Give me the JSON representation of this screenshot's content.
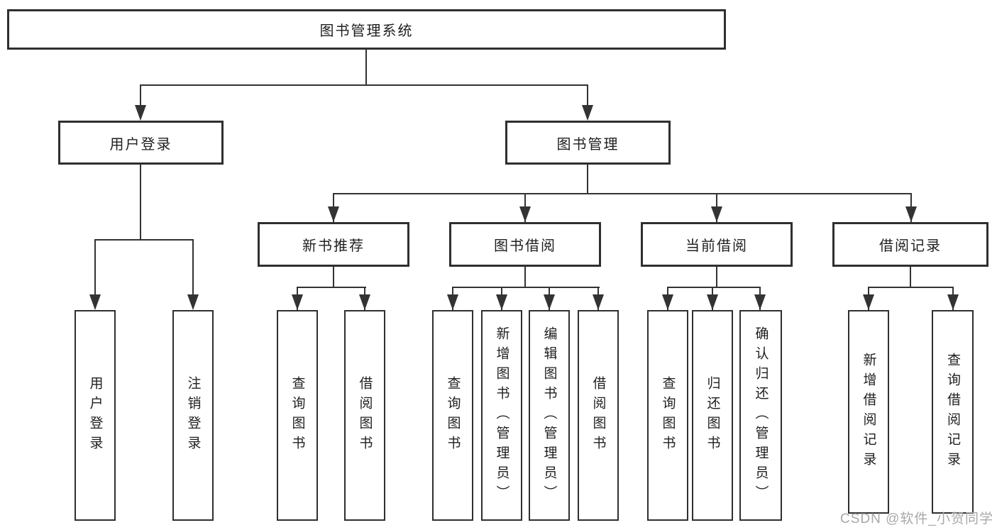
{
  "diagram": {
    "root": {
      "label": "图书管理系统"
    },
    "level2": [
      {
        "label": "用户登录"
      },
      {
        "label": "图书管理"
      }
    ],
    "level3": [
      {
        "label": "新书推荐"
      },
      {
        "label": "图书借阅"
      },
      {
        "label": "当前借阅"
      },
      {
        "label": "借阅记录"
      }
    ],
    "leaves": [
      "用户登录",
      "注销登录",
      "查询图书",
      "借阅图书",
      "查询图书",
      "新增图书（管理员）",
      "编辑图书（管理员）",
      "借阅图书",
      "查询图书",
      "归还图书",
      "确认归还（管理员）",
      "新增借阅记录",
      "查询借阅记录"
    ]
  },
  "watermark": {
    "text": "CSDN @软件_小贺同学"
  },
  "colors": {
    "line": "#333333",
    "border": "#2f2f2f",
    "text": "#1f1f1f",
    "watermark": "#a8a8a8",
    "background": "#ffffff"
  }
}
